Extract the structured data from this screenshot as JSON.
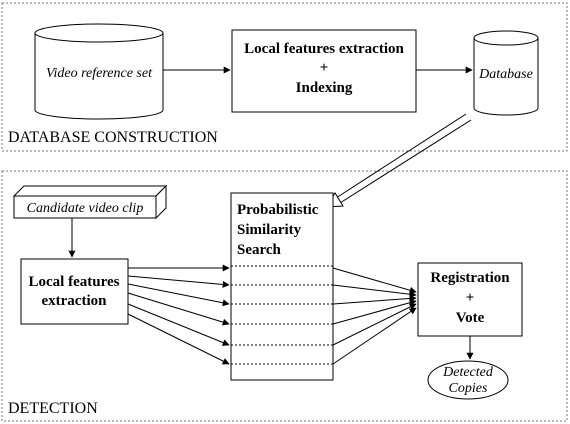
{
  "sections": {
    "top_label": "DATABASE CONSTRUCTION",
    "bottom_label": "DETECTION"
  },
  "nodes": {
    "video_reference_set": "Video reference set",
    "local_features_indexing": {
      "line1": "Local features extraction",
      "line2": "+",
      "line3": "Indexing"
    },
    "database": "Database",
    "candidate_clip": "Candidate video clip",
    "local_features_extraction": {
      "line1": "Local features",
      "line2": "extraction"
    },
    "probabilistic_search": {
      "line1": "Probabilistic",
      "line2": "Similarity",
      "line3": "Search"
    },
    "registration_vote": {
      "line1": "Registration",
      "line2": "+",
      "line3": "Vote"
    },
    "detected_copies": {
      "line1": "Detected",
      "line2": "Copies"
    }
  }
}
